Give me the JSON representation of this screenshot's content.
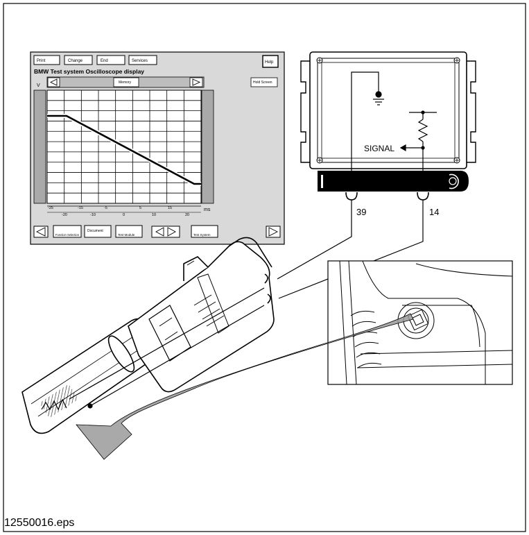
{
  "oscilloscope": {
    "toolbar": [
      "Print",
      "Change",
      "End",
      "Services"
    ],
    "help": "Help",
    "title": "BMW  Test system  Oscilloscope display",
    "memory": "Memory",
    "hold_screen": "Hold Screen",
    "y_unit": "V",
    "x_unit": "ms",
    "ticks_top": [
      "-25",
      "-15",
      "-5",
      "5",
      "15"
    ],
    "ticks_bottom": [
      "-20",
      "-10",
      "0",
      "10",
      "20"
    ],
    "bottom_buttons": [
      "Function Selection",
      "Document",
      "Test Module",
      "Test System"
    ]
  },
  "control_module": {
    "signal_label": "SIGNAL",
    "pin_39": "39",
    "pin_14": "14"
  },
  "figure_id": "12550016.eps",
  "colors": {
    "ink": "#000000",
    "panel": "#d9d9d9",
    "arrow": "#9a9a9a"
  }
}
